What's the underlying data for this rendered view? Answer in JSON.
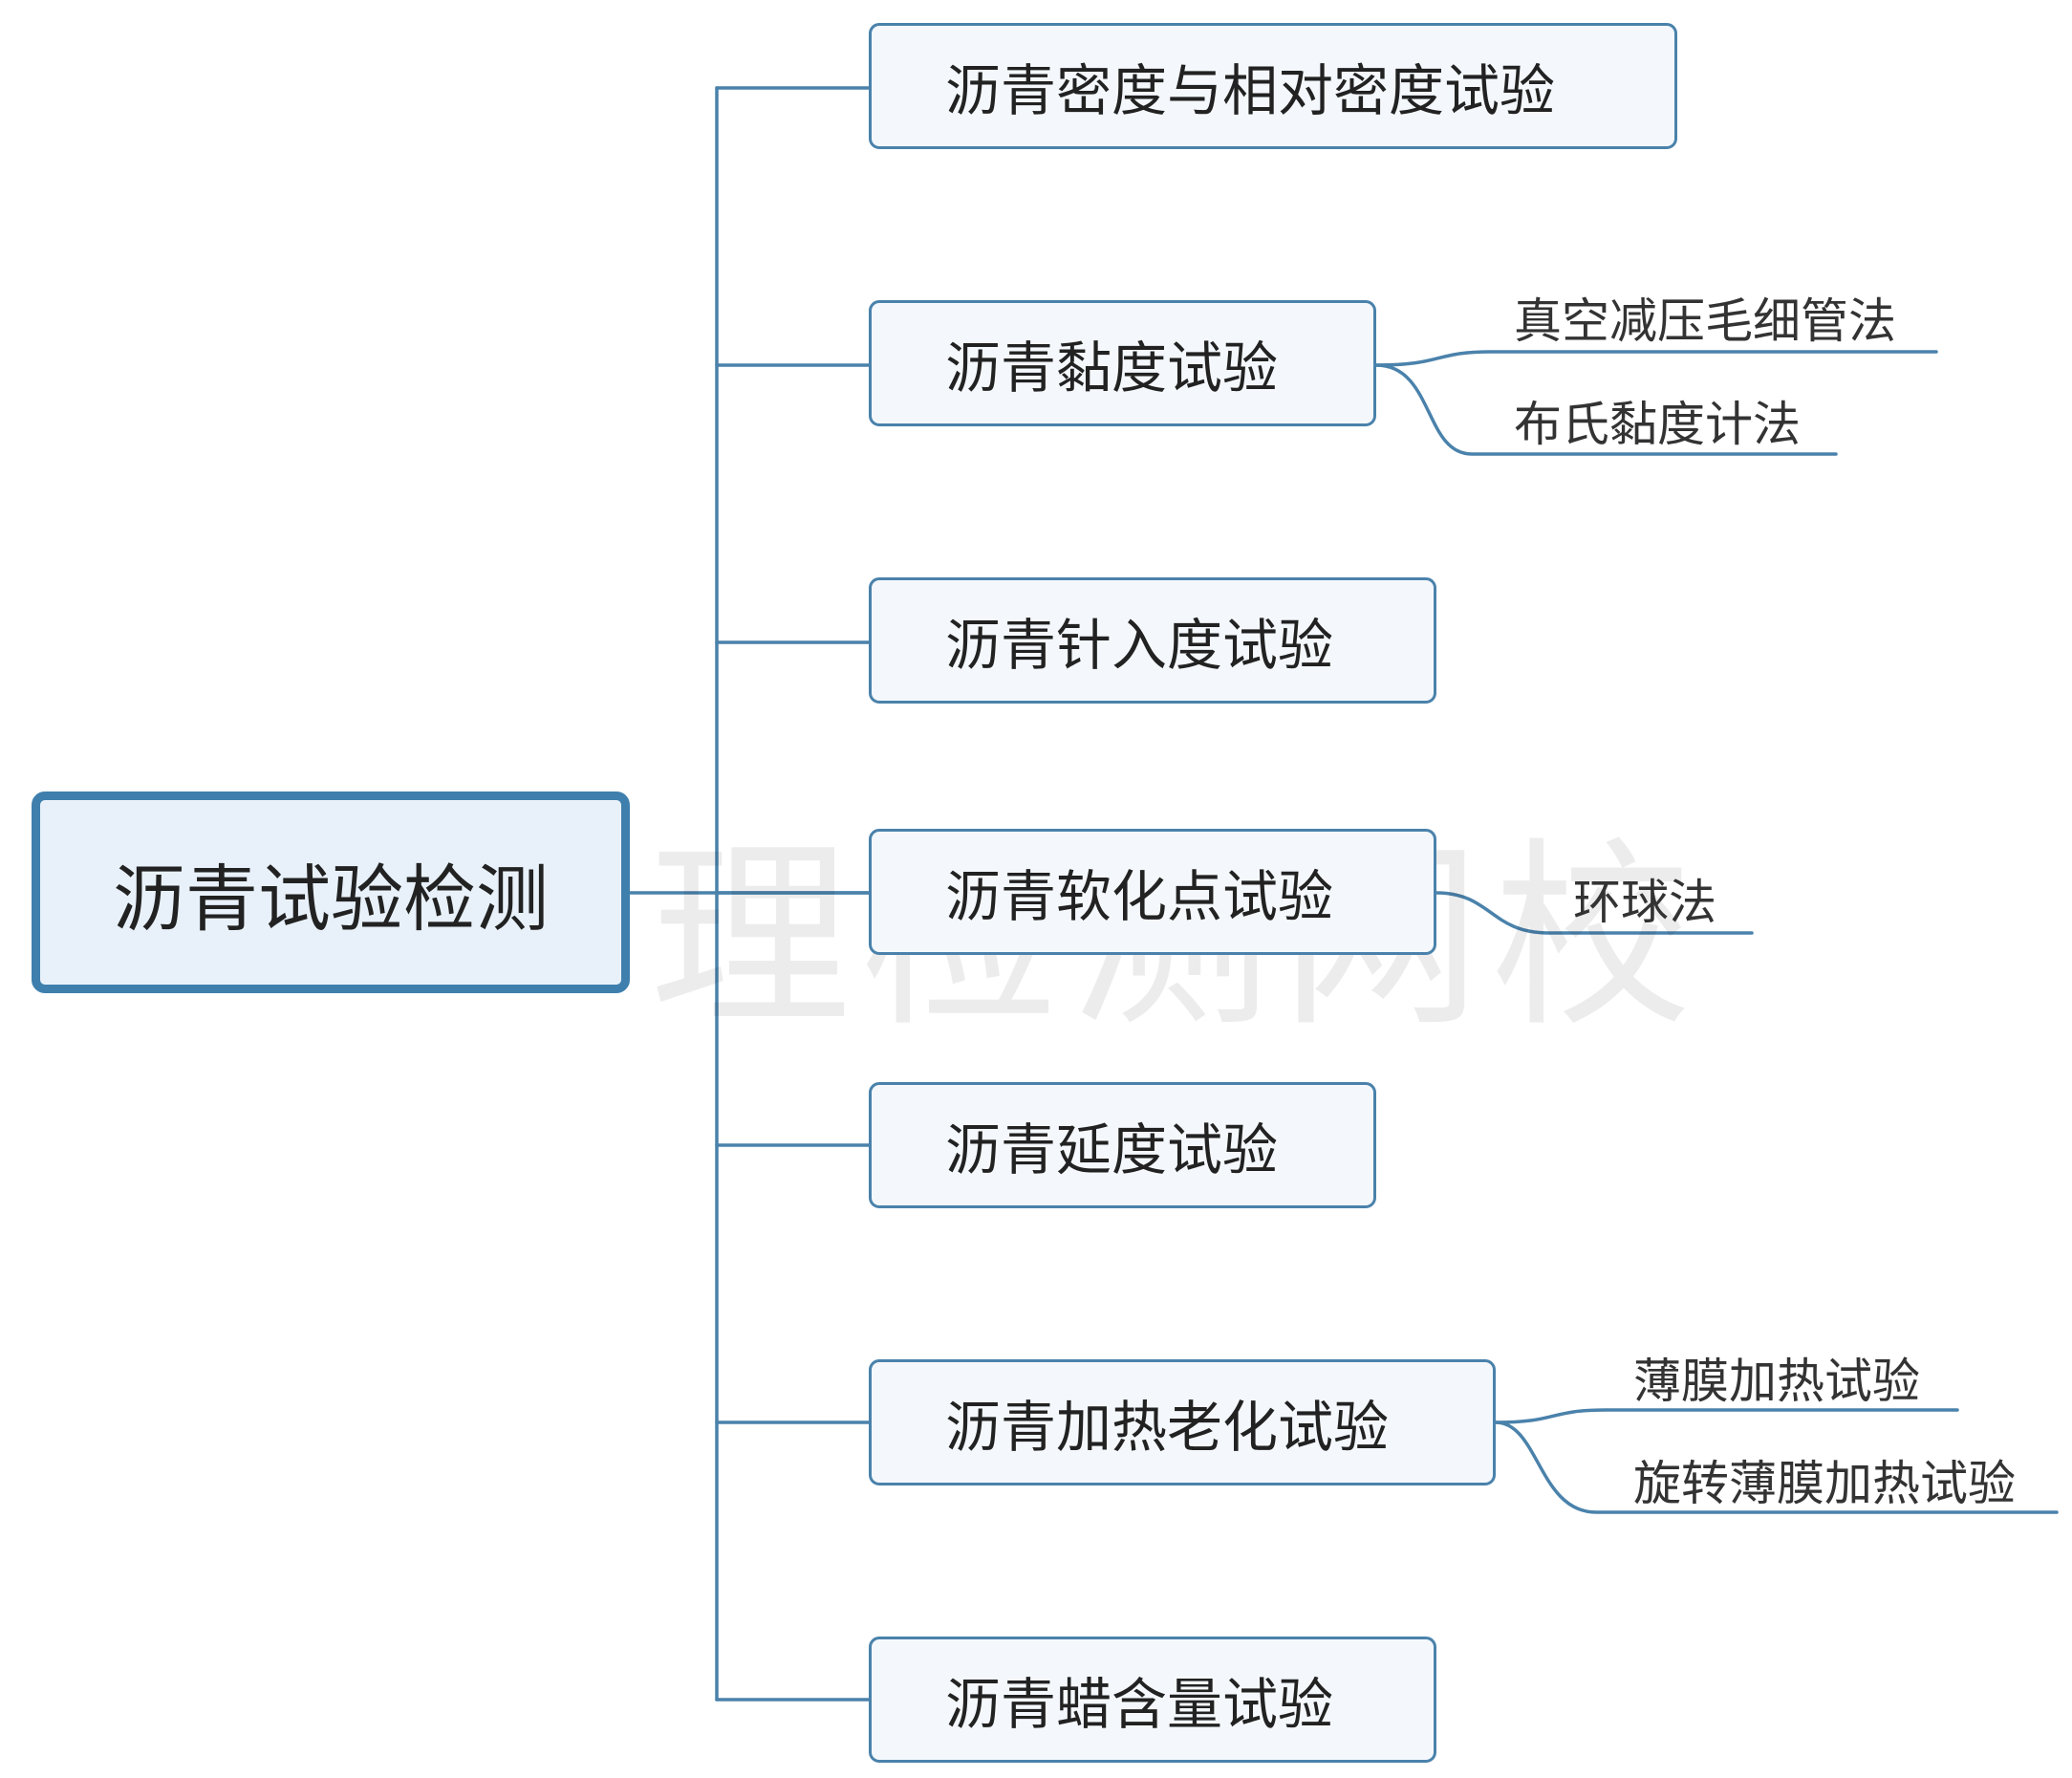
{
  "colors": {
    "line": "#4a82ab",
    "root_border": "#3f7fad",
    "root_fill": "#e8f1fa",
    "topic_fill": "#f4f8fc",
    "text": "#222222"
  },
  "watermark": "理检测网校",
  "root": {
    "label": "沥青试验检测"
  },
  "topics": [
    {
      "label": "沥青密度与相对密度试验",
      "children": []
    },
    {
      "label": "沥青黏度试验",
      "children": [
        "真空减压毛细管法",
        "布氏黏度计法"
      ]
    },
    {
      "label": "沥青针入度试验",
      "children": []
    },
    {
      "label": "沥青软化点试验",
      "children": [
        "环球法"
      ]
    },
    {
      "label": "沥青延度试验",
      "children": []
    },
    {
      "label": "沥青加热老化试验",
      "children": [
        "薄膜加热试验",
        "旋转薄膜加热试验"
      ]
    },
    {
      "label": "沥青蜡含量试验",
      "children": []
    }
  ]
}
